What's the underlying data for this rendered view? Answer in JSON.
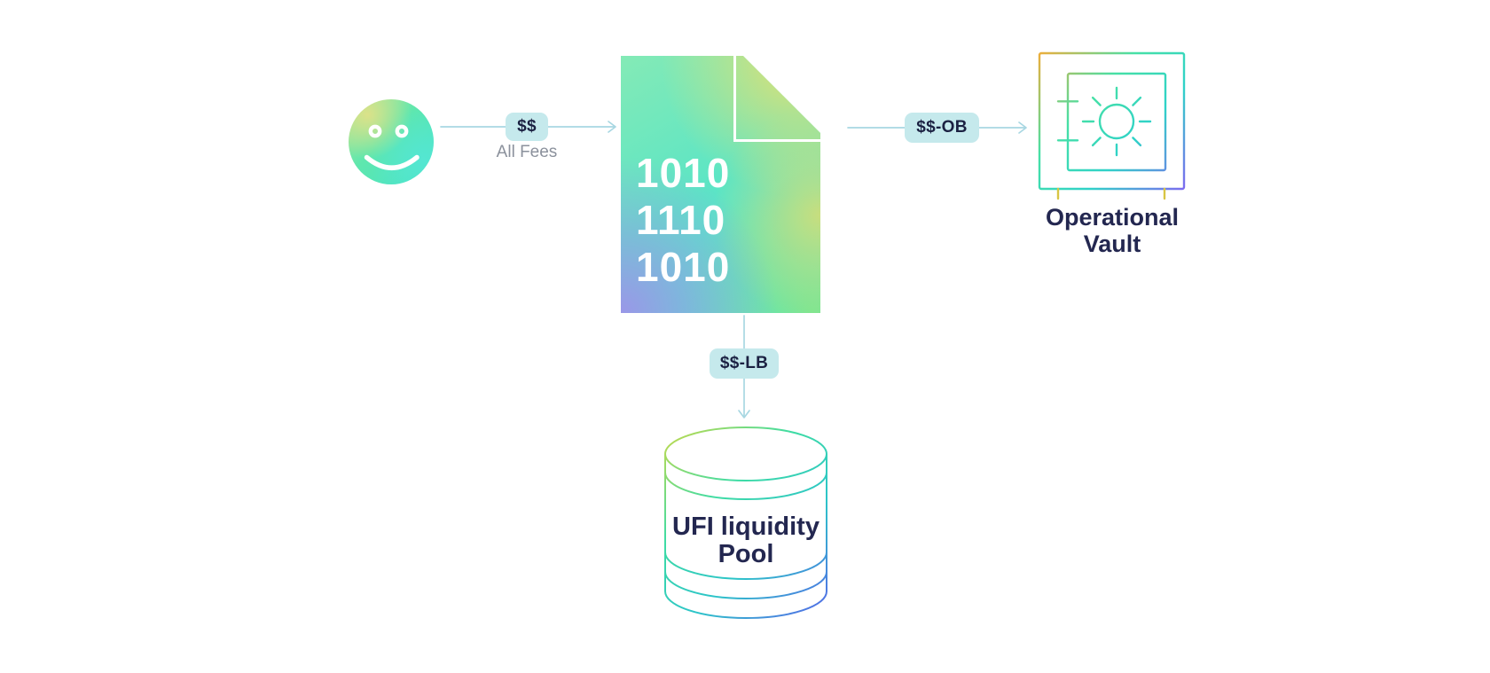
{
  "nodes": {
    "user": {
      "icon": "smiley-face"
    },
    "binary_document": {
      "icon": "binary-document",
      "binary_lines": [
        "1010",
        "1110",
        "1010"
      ]
    },
    "operational_vault": {
      "icon": "safe-vault",
      "label": [
        "Operational",
        "Vault"
      ]
    },
    "liquidity_pool": {
      "icon": "database-cylinder",
      "label": [
        "UFI liquidity",
        "Pool"
      ]
    }
  },
  "edges": {
    "user_to_document": {
      "badge": "$$",
      "caption": "All Fees",
      "direction": "right"
    },
    "document_to_vault": {
      "badge": "$$-OB",
      "direction": "right"
    },
    "document_to_pool": {
      "badge": "$$-LB",
      "direction": "down"
    }
  },
  "colors": {
    "background": "#ffffff",
    "badge_bg": "#c5e9ec",
    "badge_text": "#1b2142",
    "label_text": "#232750",
    "caption_text": "#8b919c",
    "arrow": "#a8d7e2",
    "binary_text": "#ffffff",
    "gradient_yellow": "#e0e073",
    "gradient_green": "#5ee7ae",
    "gradient_teal": "#4fe2d4",
    "gradient_blue": "#5568e8",
    "gradient_purple": "#9a97e8",
    "gradient_orange": "#ecae3b"
  }
}
